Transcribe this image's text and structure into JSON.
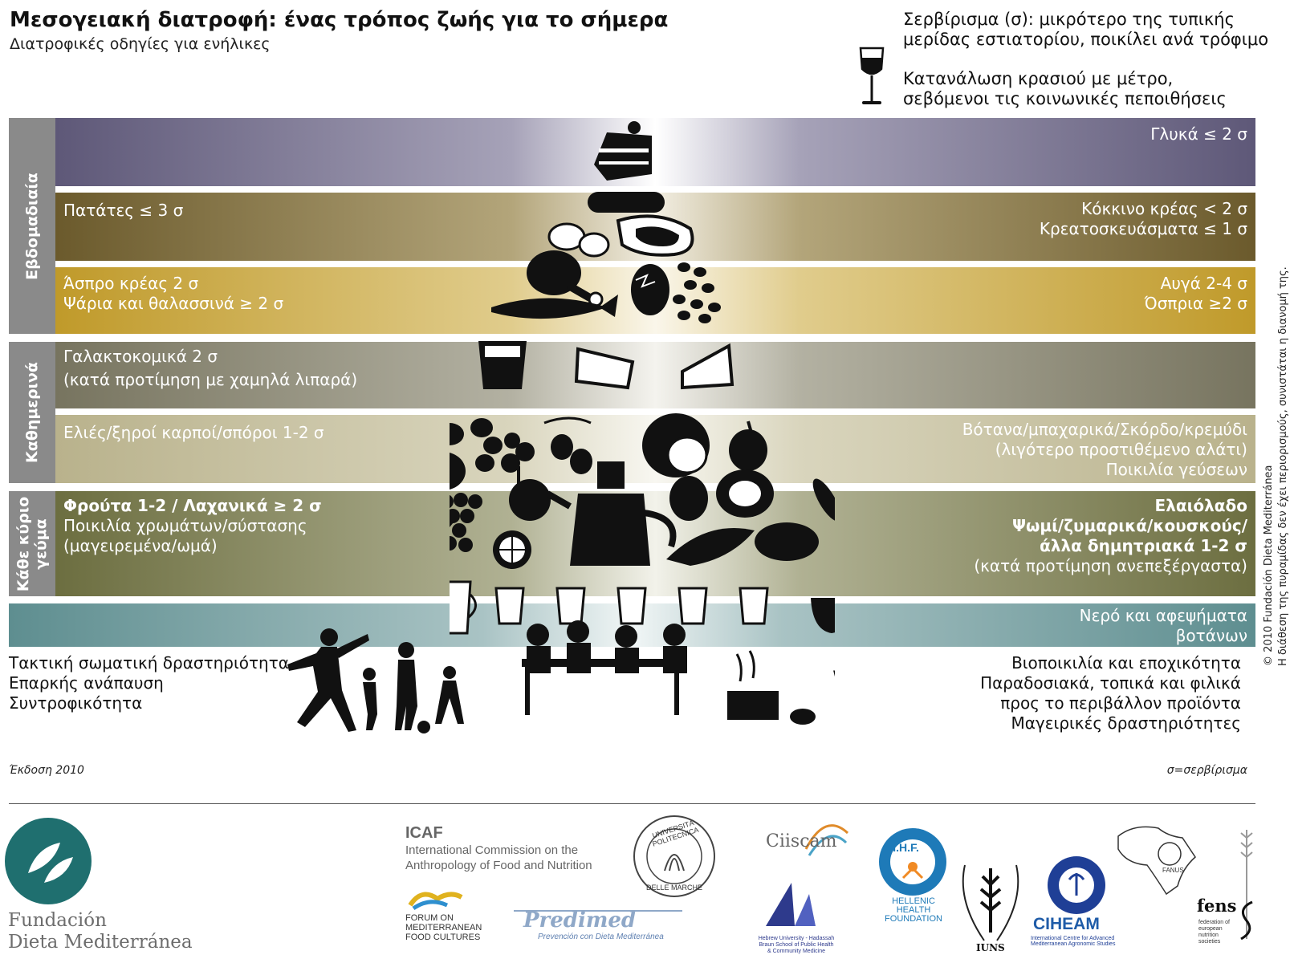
{
  "header": {
    "title": "Μεσογειακή  διατροφή: ένας τρόπος ζωής για το σήμερα",
    "subtitle": "Διατροφικές οδηγίες για ενήλικες",
    "serving_line1": "Σερβίρισμα (σ): μικρότερο της τυπικής",
    "serving_line2": "μερίδας εστιατορίου, ποικίλει ανά τρόφιμο",
    "wine_line1": "Κατανάλωση κρασιού με μέτρο,",
    "wine_line2": "σεβόμενοι τις κοινωνικές πεποιθήσεις"
  },
  "side_labels": {
    "weekly": "Εβδομαδιαία",
    "daily": "Καθημερινά",
    "every_meal_line1": "Κάθε κύριο",
    "every_meal_line2": "γεύμα"
  },
  "bands": {
    "sweets": {
      "right": "Γλυκά ≤ 2 σ"
    },
    "meat": {
      "left": "Πατάτες ≤ 3 σ",
      "right1": "Κόκκινο κρέας < 2 σ",
      "right2": "Κρεατοσκευάσματα ≤ 1 σ"
    },
    "white_meat": {
      "left1": "Άσπρο κρέας  2 σ",
      "left2": "Ψάρια και θαλασσινά ≥ 2 σ",
      "right1": "Αυγά 2-4 σ",
      "right2": "Όσπρια  ≥2 σ"
    },
    "dairy": {
      "left1": "Γαλακτοκομικά 2 σ",
      "left2": "(κατά προτίμηση με χαμηλά λιπαρά)"
    },
    "olives": {
      "left": "Ελιές/ξηροί καρποί/σπόροι 1-2 σ",
      "right1": "Βότανα/μπαχαρικά/Σκόρδο/κρεμύδι",
      "right2": "(λιγότερο προστιθέμενο αλάτι)",
      "right3": "Ποικιλία γεύσεων"
    },
    "fruits": {
      "left1": "Φρούτα 1-2 / Λαχανικά  ≥ 2 σ",
      "left2": "Ποικιλία χρωμάτων/σύστασης",
      "left3": "(μαγειρεμένα/ωμά)",
      "right1": "Ελαιόλαδο",
      "right2": "Ψωμί/ζυμαρικά/κουσκούς/",
      "right3": "άλλα δημητριακά 1-2 σ",
      "right4": "(κατά προτίμηση ανεπεξέργαστα)"
    },
    "water": {
      "right1": "Νερό και αφεψήματα",
      "right2": "βοτάνων"
    }
  },
  "lifestyle": {
    "left1": "Τακτική σωματική δραστηριότητα",
    "left2": "Επαρκής ανάπαυση",
    "left3": "Συντροφικότητα",
    "right1": "Βιοποικιλία και εποχικότητα",
    "right2": "Παραδοσιακά, τοπικά και φιλικά",
    "right3": "προς το περιβάλλον προϊόντα",
    "right4": "Μαγειρικές δραστηριότητες"
  },
  "footer": {
    "edition": "Έκδοση 2010",
    "serving_legend": "σ=σερβίρισμα",
    "copyright1": "© 2010 Fundación Dieta Mediterránea",
    "copyright2": "Η διάθεση της πυραμίδας δεν έχει περιορισμούς, συνιστάται η διανομή της."
  },
  "logos": {
    "fdm_line1": "Fundación",
    "fdm_line2": "Dieta Mediterránea",
    "icaf_title": "ICAF",
    "icaf_line1": "International Commission on the",
    "icaf_line2": "Anthropology of Food and Nutrition",
    "univpm_top": "UNIVERSITÀ POLITECNICA",
    "univpm_bottom": "DELLE MARCHE",
    "ciiscam": "Ciiscam",
    "hhf_short": "H.H.F.",
    "hhf_line1": "HELLENIC",
    "hhf_line2": "HEALTH",
    "hhf_line3": "FOUNDATION",
    "fanus": "FANUS",
    "forum_line1": "FORUM ON",
    "forum_line2": "MEDITERRANEAN",
    "forum_line3": "FOOD CULTURES",
    "predimed": "Predimed",
    "predimed_sub": "Prevención con Dieta Mediterránea",
    "hebrew_line1": "Hebrew University - Hadassah",
    "hebrew_line2": "Braun School of Public Health",
    "hebrew_line3": "& Community Medicine",
    "iuns": "IUNS",
    "ciheam": "CIHEAM",
    "ciheam_line1": "International Centre for Advanced",
    "ciheam_line2": "Mediterranean Agronomic Studies",
    "fens": "fens",
    "fens_sub1": "federation of",
    "fens_sub2": "european",
    "fens_sub3": "nutrition",
    "fens_sub4": "societies"
  },
  "colors": {
    "sweets_band": "#5e5878",
    "meat_band": "#6b5a2c",
    "white_meat_band": "#c09a2a",
    "dairy_band": "#77745f",
    "olives_band": "#b9b28c",
    "fruits_band": "#6c6e40",
    "water_band": "#5e8e90",
    "side": "#8a8a8a",
    "fdm_teal": "#1f6f6f"
  }
}
